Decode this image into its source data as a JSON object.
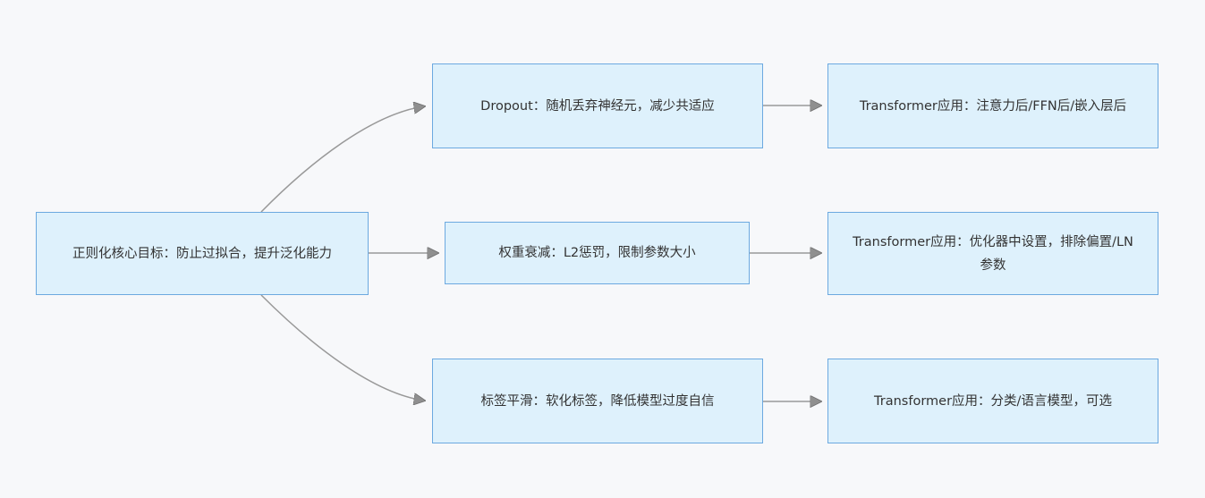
{
  "diagram": {
    "type": "flowchart",
    "direction": "left-to-right",
    "colors": {
      "background": "#f7f8fa",
      "node_fill": "#def1fc",
      "node_border": "#6ca9e0",
      "node_text": "#333333",
      "edge_line": "#999999",
      "arrowhead": "#8f8f8f"
    },
    "nodes": [
      {
        "id": "root",
        "label": "正则化核心目标：防止过拟合，提升泛化能力"
      },
      {
        "id": "dropout",
        "label": "Dropout：随机丢弃神经元，减少共适应"
      },
      {
        "id": "weight-decay",
        "label": "权重衰减：L2惩罚，限制参数大小"
      },
      {
        "id": "label-smoothing",
        "label": "标签平滑：软化标签，降低模型过度自信"
      },
      {
        "id": "dropout-app",
        "label": "Transformer应用：注意力后/FFN后/嵌入层后"
      },
      {
        "id": "weight-decay-app",
        "label": "Transformer应用：优化器中设置，排除偏置/LN参数"
      },
      {
        "id": "label-smoothing-app",
        "label": "Transformer应用：分类/语言模型，可选"
      }
    ],
    "edges": [
      {
        "from": "root",
        "to": "dropout"
      },
      {
        "from": "root",
        "to": "weight-decay"
      },
      {
        "from": "root",
        "to": "label-smoothing"
      },
      {
        "from": "dropout",
        "to": "dropout-app"
      },
      {
        "from": "weight-decay",
        "to": "weight-decay-app"
      },
      {
        "from": "label-smoothing",
        "to": "label-smoothing-app"
      }
    ]
  }
}
